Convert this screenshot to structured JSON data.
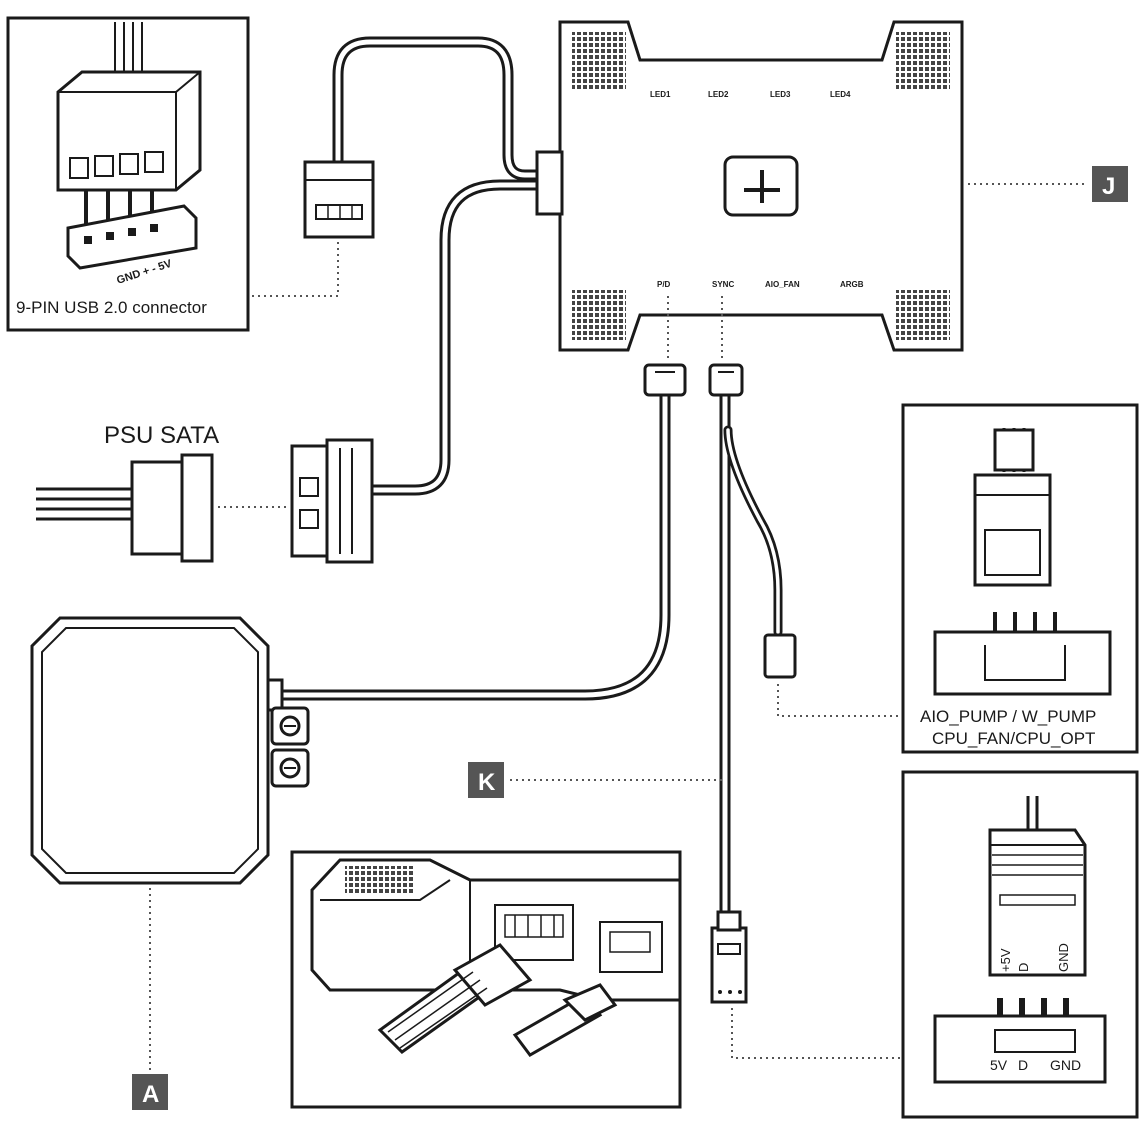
{
  "labels": {
    "usb_connector": "9-PIN USB 2.0 connector",
    "usb_pins": "GND + - 5V",
    "psu_sata": "PSU SATA",
    "pump_header_line1": "AIO_PUMP / W_PUMP",
    "pump_header_line2": "CPU_FAN/CPU_OPT",
    "rgb_pin_5v_vertical": "+5V",
    "rgb_pin_d_vertical": "D",
    "rgb_pin_gnd_vertical": "GND",
    "rgb_pin_5v": "5V",
    "rgb_pin_d": "D",
    "rgb_pin_gnd": "GND"
  },
  "badges": {
    "j": "J",
    "k": "K",
    "a": "A"
  },
  "hub_ports": {
    "top": [
      "LED1",
      "LED2",
      "LED3",
      "LED4"
    ],
    "bottom": [
      "P/D",
      "SYNC",
      "AIO_FAN",
      "ARGB"
    ]
  },
  "colors": {
    "line": "#1a1a1a",
    "badge": "#555555",
    "dotted": "#555555"
  }
}
